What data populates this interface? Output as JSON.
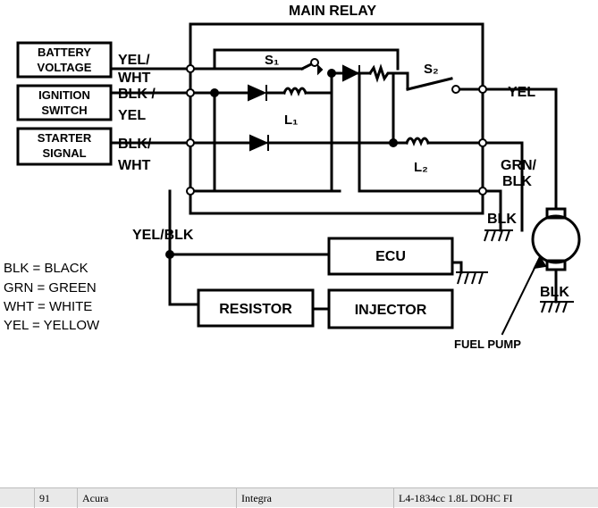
{
  "diagram": {
    "title": "MAIN RELAY",
    "inputs": {
      "battery": {
        "box": [
          "BATTERY",
          "VOLTAGE"
        ],
        "wire": [
          "YEL/",
          "WHT"
        ]
      },
      "ignition": {
        "box": [
          "IGNITION",
          "SWITCH"
        ],
        "wire": [
          "BLK /",
          "YEL"
        ]
      },
      "starter": {
        "box": [
          "STARTER",
          "SIGNAL"
        ],
        "wire": [
          "BLK/",
          "WHT"
        ]
      }
    },
    "relay": {
      "s1": "S₁",
      "s2": "S₂",
      "l1": "L₁",
      "l2": "L₂"
    },
    "wires": {
      "yel": "YEL",
      "grn_blk": [
        "GRN/",
        "BLK"
      ],
      "blk_relay": "BLK",
      "blk_pump": "BLK",
      "yel_blk": "YEL/BLK"
    },
    "components": {
      "ecu": "ECU",
      "resistor": "RESISTOR",
      "injector": "INJECTOR",
      "fuel_pump": "FUEL PUMP"
    },
    "legend": [
      "BLK = BLACK",
      "GRN = GREEN",
      "WHT = WHITE",
      "YEL = YELLOW"
    ]
  },
  "footer": {
    "year": "91",
    "make": "Acura",
    "model": "Integra",
    "engine": "L4-1834cc 1.8L DOHC FI"
  }
}
